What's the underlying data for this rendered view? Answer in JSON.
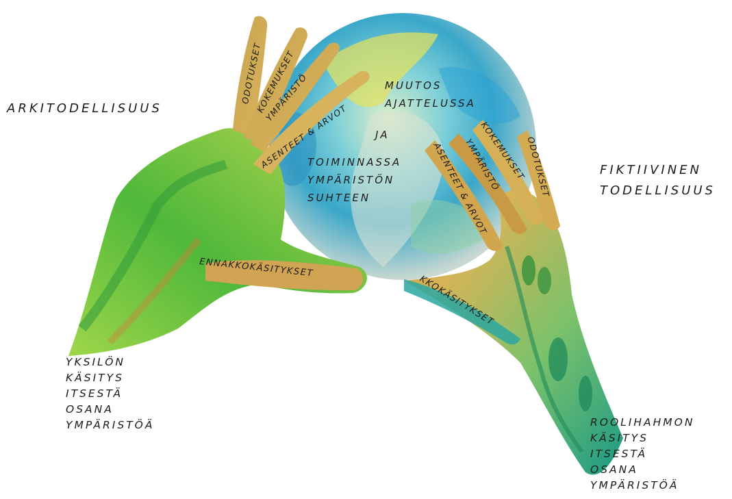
{
  "left_title": "ARKITODELLISUUS",
  "right_title": [
    "FIKTIIVINEN",
    "TODELLISUUS"
  ],
  "globe_text": [
    "MUUTOS",
    "AJATTELUSSA",
    "JA",
    "TOIMINNASSA",
    "YMPÄRISTÖN",
    "SUHTEEN"
  ],
  "left_hand": {
    "fingers": [
      "ODOTUKSET",
      "KOKEMUKSET",
      "YMPÄRISTÖ",
      "ASENTEET & ARVOT",
      "ENNAKKOKÄSITYKSET"
    ],
    "caption": [
      "YKSILÖN",
      "KÄSITYS",
      "ITSESTÄ",
      "OSANA",
      "YMPÄRISTÖÄ"
    ]
  },
  "right_hand": {
    "fingers": [
      "ODOTUKSET",
      "KOKEMUKSET",
      "YMPÄRISTÖ",
      "ASENTEET & ARVOT",
      "KKOKÄSITYKSET"
    ],
    "caption": [
      "ROOLIHAHMON",
      "KÄSITYS",
      "ITSESTÄ",
      "OSANA",
      "YMPÄRISTÖÄ"
    ]
  },
  "colors": {
    "ink": "#1b1b1b",
    "leaf_green": "#4caf2a",
    "lime": "#a8d83a",
    "ochre": "#c9a24a",
    "sea_blue": "#2fa0c8",
    "teal": "#1f9a8a"
  }
}
